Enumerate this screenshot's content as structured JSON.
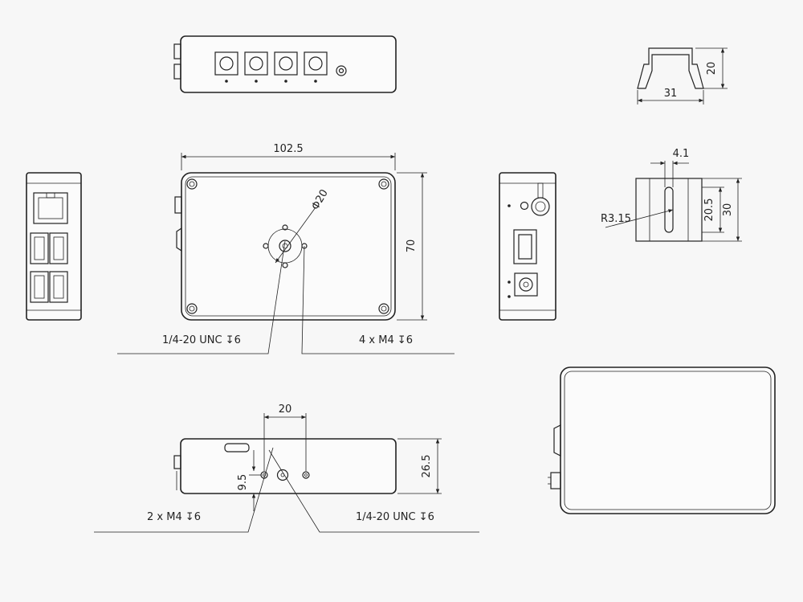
{
  "dimensions": {
    "profile_height": "20",
    "profile_width": "31",
    "front_width": "102.5",
    "front_height": "70",
    "hole_circle_diameter": "Φ20",
    "slot_width": "4.1",
    "slot_radius": "R3.15",
    "slot_length": "20.5",
    "slot_block_height": "30",
    "bottom_hole_spacing": "20",
    "bottom_height": "26.5",
    "bottom_hole_offset": "9.5"
  },
  "callouts": {
    "front_center_thread": "1/4-20 UNC ↧6",
    "front_corner_holes": "4 x M4 ↧6",
    "bottom_side_holes": "2 x M4 ↧6",
    "bottom_center_thread": "1/4-20 UNC ↧6"
  }
}
